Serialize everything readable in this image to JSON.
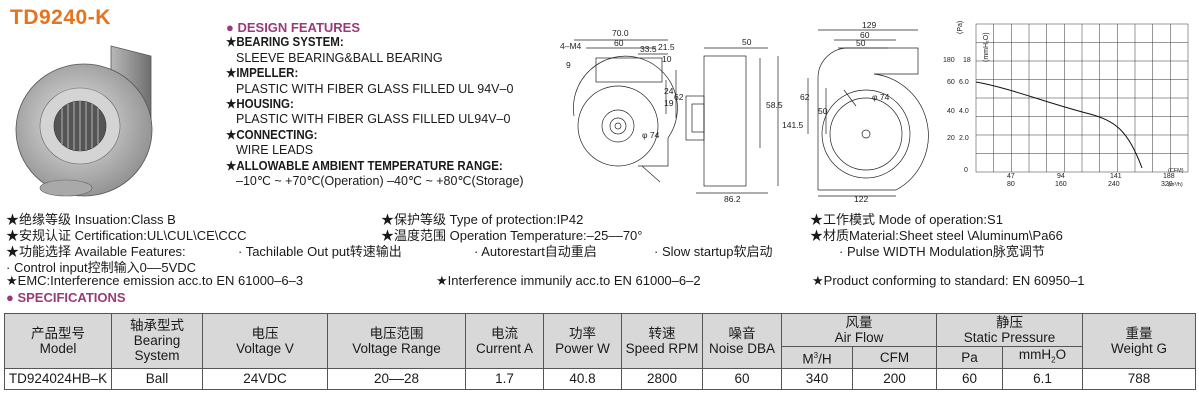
{
  "title": "TD9240-K",
  "features": {
    "heading": "DESIGN FEATURES",
    "items": [
      {
        "head": "BEARING SYSTEM:",
        "value": "SLEEVE BEARING&BALL BEARING"
      },
      {
        "head": "IMPELLER:",
        "value": "PLASTIC WITH FIBER GLASS FILLED UL 94V–0"
      },
      {
        "head": "HOUSING:",
        "value": "PLASTIC WITH FIBER GLASS FILLED UL94V–0"
      },
      {
        "head": "CONNECTING:",
        "value": "WIRE LEADS"
      },
      {
        "head": "ALLOWABLE AMBIENT TEMPERATURE RANGE:",
        "value": "–10℃ ~ +70℃(Operation)    –40℃ ~ +80℃(Storage)"
      }
    ]
  },
  "dimensions": {
    "front": [
      "4–M4",
      "70.0",
      "60",
      "33.5",
      "21.5",
      "10",
      "9",
      "24",
      "19",
      "62",
      "φ 74"
    ],
    "side": [
      "50",
      "58.5",
      "141.5",
      "86.2"
    ],
    "back": [
      "129",
      "60",
      "50",
      "62",
      "50",
      "φ 74",
      "122"
    ]
  },
  "curve_labels": {
    "unit_pa": "(Pa)",
    "unit_mmh2o": "(mmH₂O)",
    "y_ticks": [
      {
        "pa": "180",
        "mm": "18"
      },
      {
        "pa": "60",
        "mm": "6.0"
      },
      {
        "pa": "40",
        "mm": "4.0"
      },
      {
        "pa": "20",
        "mm": "2.0"
      }
    ],
    "origin": "0",
    "x_cfm": [
      "47",
      "94",
      "141",
      "188"
    ],
    "x_m3h": [
      "80",
      "160",
      "240",
      "320"
    ],
    "x_unit_cfm": "(CFM)",
    "x_unit_m3h": "(m³/h)"
  },
  "notes": {
    "insulation": "★绝缘等级 Insuation:Class B",
    "protection": "★保护等级 Type of protection:IP42",
    "mode": "★工作模式 Mode of operation:S1",
    "certification": "★安规认证 Certification:UL\\CUL\\CE\\CCC",
    "temperature": "★温度范围 Operation Temperature:–25––70°",
    "material": "★材质Material:Sheet steel  \\Aluminum\\Pa66",
    "features_lead": "★功能选择 Available Features:",
    "feature_tach": "· Tachilable Out put转速输出",
    "feature_autorestart": "· Autorestart自动重启",
    "feature_slow": "· Slow startup软启动",
    "feature_pwm": "· Pulse WIDTH Modulation脉宽调节",
    "feature_control": "·  Control input控制输入0––5VDC",
    "emc": "★EMC:Interference emission acc.to EN 61000–6–3",
    "immunity": "★Interference immunily acc.to EN 61000–6–2",
    "standard": "★Product conforming to standard: EN 60950–1"
  },
  "spec_title": "SPECIFICATIONS",
  "spec": {
    "h_model_cn": "产品型号",
    "h_model_en": "Model",
    "h_bearing_cn": "轴承型式",
    "h_bearing_en1": "Bearing",
    "h_bearing_en2": "System",
    "h_voltage_cn": "电压",
    "h_voltage_en": "Voltage V",
    "h_range_cn": "电压范围",
    "h_range_en": "Voltage Range",
    "h_current_cn": "电流",
    "h_current_en": "Current A",
    "h_power_cn": "功率",
    "h_power_en": "Power W",
    "h_speed_cn": "转速",
    "h_speed_en": "Speed RPM",
    "h_noise_cn": "噪音",
    "h_noise_en": "Noise DBA",
    "h_airflow_cn": "风量",
    "h_airflow_en": "Air Flow",
    "h_pressure_cn": "静压",
    "h_pressure_en": "Static Pressure",
    "h_weight_cn": "重量",
    "h_weight_en": "Weight G",
    "sub_m3h": "M",
    "sub_m3h_sup": "3",
    "sub_m3h_tail": "/H",
    "sub_cfm": "CFM",
    "sub_pa": "Pa",
    "sub_mm": "mmH",
    "sub_mm_sub": "2",
    "sub_mm_tail": "O",
    "row": {
      "model": "TD924024HB–K",
      "bearing": "Ball",
      "voltage": "24VDC",
      "range": "20––28",
      "current": "1.7",
      "power": "40.8",
      "speed": "2800",
      "noise": "60",
      "m3h": "340",
      "cfm": "200",
      "pa": "60",
      "mm": "6.1",
      "weight": "788"
    }
  }
}
